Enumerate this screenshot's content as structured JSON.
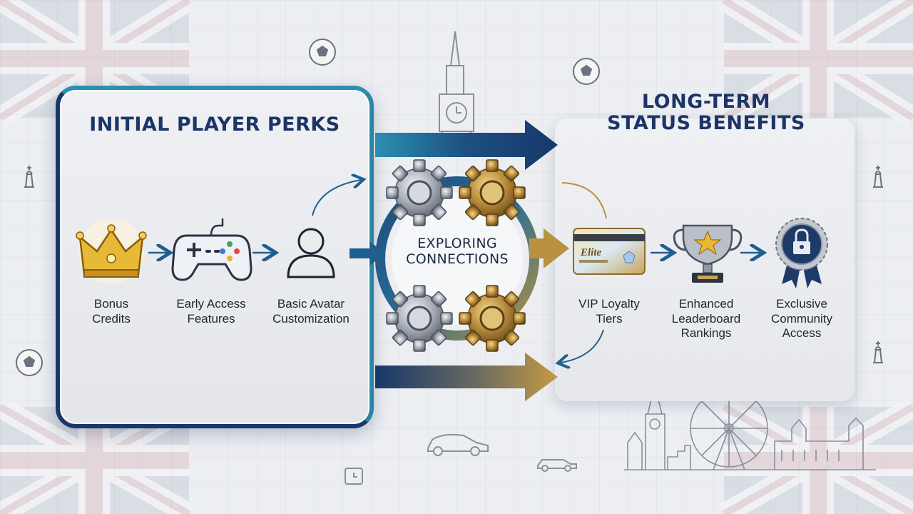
{
  "left_section": {
    "title": "INITIAL PLAYER PERKS",
    "items": [
      {
        "label": "Bonus\nCredits",
        "icon": "crown-icon"
      },
      {
        "label": "Early Access\nFeatures",
        "icon": "gamepad-icon"
      },
      {
        "label": "Basic Avatar\nCustomization",
        "icon": "user-avatar-icon"
      }
    ]
  },
  "center": {
    "label": "EXPLORING\nCONNECTIONS",
    "icon": "gears-icon"
  },
  "right_section": {
    "title": "LONG-TERM\nSTATUS BENEFITS",
    "card_text": "Elite",
    "items": [
      {
        "label": "VIP Loyalty\nTiers",
        "icon": "vip-card-icon"
      },
      {
        "label": "Enhanced\nLeaderboard\nRankings",
        "icon": "trophy-icon"
      },
      {
        "label": "Exclusive\nCommunity\nAccess",
        "icon": "lock-badge-icon"
      }
    ]
  },
  "colors": {
    "navy": "#17386a",
    "teal": "#2a8fb0",
    "gold": "#b8923f",
    "background": "#eceef2"
  }
}
